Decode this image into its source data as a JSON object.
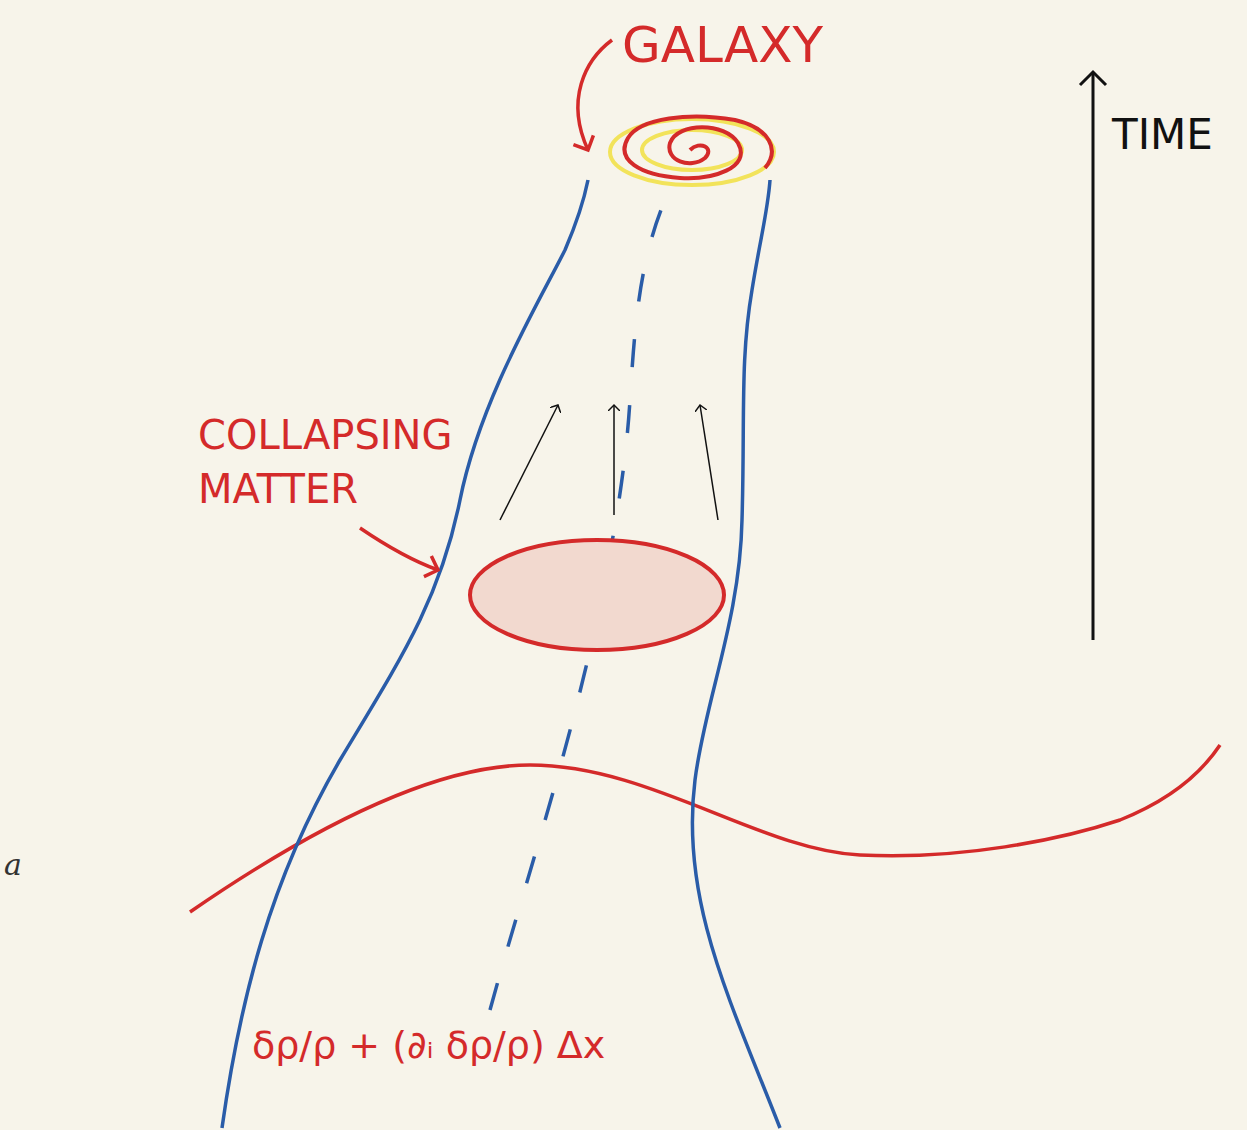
{
  "diagram": {
    "labels": [
      "GALAXY",
      "TIME",
      "COLLAPSING MATTER",
      "δρ/ρ + (∂ᵢ δρ/ρ) Δx",
      "a"
    ]
  }
}
